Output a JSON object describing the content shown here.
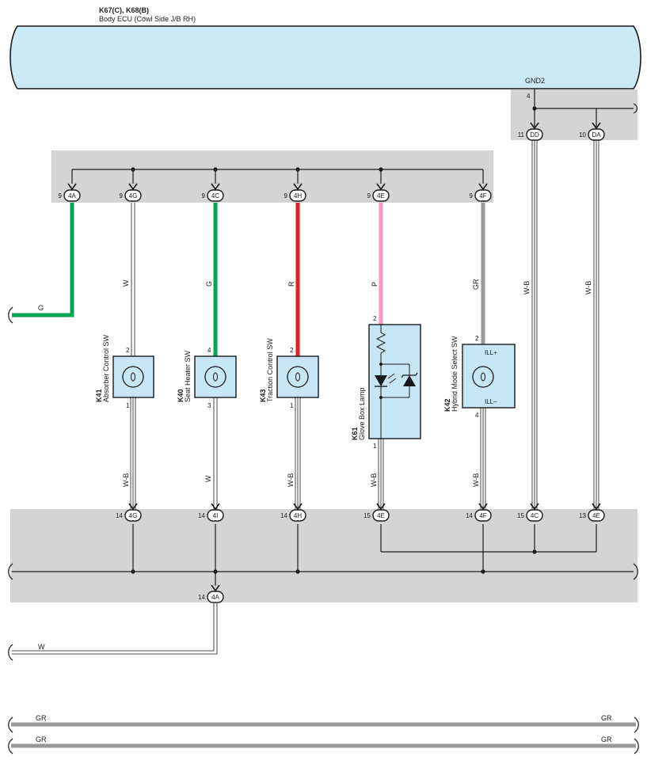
{
  "ecu": {
    "code": "K67(C), K68(B)",
    "name": "Body ECU (Cowl Side J/B RH)",
    "gnd_label": "GND2",
    "gnd_pin": "4"
  },
  "top_junction_connectors": [
    {
      "pin": "9",
      "code": "4A"
    },
    {
      "pin": "9",
      "code": "4G"
    },
    {
      "pin": "9",
      "code": "4C"
    },
    {
      "pin": "9",
      "code": "4H"
    },
    {
      "pin": "9",
      "code": "4E"
    },
    {
      "pin": "9",
      "code": "4F"
    }
  ],
  "gnd_connectors": [
    {
      "pin": "11",
      "code": "DD"
    },
    {
      "pin": "10",
      "code": "DA"
    }
  ],
  "bottom_junction_connectors": [
    {
      "pin": "14",
      "code": "4G"
    },
    {
      "pin": "14",
      "code": "4I"
    },
    {
      "pin": "14",
      "code": "4H"
    },
    {
      "pin": "15",
      "code": "4E"
    },
    {
      "pin": "14",
      "code": "4F"
    },
    {
      "pin": "15",
      "code": "4C"
    },
    {
      "pin": "13",
      "code": "4E"
    },
    {
      "pin": "14",
      "code": "4A"
    }
  ],
  "wire_colors": {
    "g_left": "G",
    "w_k41_top": "W",
    "g_k40_top": "G",
    "r_k43_top": "R",
    "p_k61_top": "P",
    "gr_k42_top": "GR",
    "wb_dd": "W-B",
    "wb_da": "W-B",
    "wb_k41_bot": "W-B",
    "w_k40_bot": "W",
    "wb_k43_bot": "W-B",
    "wb_k61_bot": "W-B",
    "wb_k42_bot": "W-B",
    "w_left_bottom": "W",
    "gr_bus1_left": "GR",
    "gr_bus1_right": "GR",
    "gr_bus2_left": "GR",
    "gr_bus2_right": "GR"
  },
  "components": {
    "k41": {
      "code": "K41",
      "name": "Absorber Control SW",
      "pin_top": "2",
      "pin_bot": "1"
    },
    "k40": {
      "code": "K40",
      "name": "Seat Heater SW",
      "pin_top": "4",
      "pin_bot": "3"
    },
    "k43": {
      "code": "K43",
      "name": "Traction Control SW",
      "pin_top": "2",
      "pin_bot": "1"
    },
    "k61": {
      "code": "K61",
      "name": "Glove Box Lamp",
      "pin_top": "2",
      "pin_bot": "1"
    },
    "k42": {
      "code": "K42",
      "name": "Hybrid Mode Select SW",
      "pin_top": "2",
      "pin_bot": "4",
      "ill_plus": "ILL+",
      "ill_minus": "ILL–"
    }
  },
  "colors": {
    "ecu_fill": "#cce9f8",
    "junction_fill": "#d4d4d4",
    "component_fill": "#c6e6f6",
    "green": "#00a651",
    "red": "#e21f26",
    "pink": "#f49ac1",
    "gray": "#999999"
  }
}
